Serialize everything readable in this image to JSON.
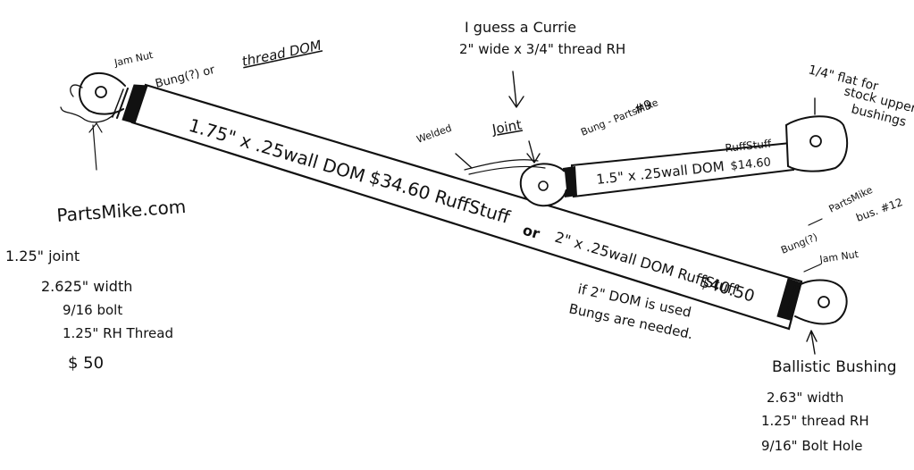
{
  "labels": {
    "left_jam_nut": "Jam Nut",
    "left_bung": "Bung(?) or",
    "left_thread_dom": "thread DOM",
    "left_source": "PartsMike.com",
    "left_spec_1": "1.25\" joint",
    "left_spec_2": "2.625\" width",
    "left_spec_3": "9/16 bolt",
    "left_spec_4": "1.25\" RH Thread",
    "left_price": "$ 50",
    "main_tube": "1.75\" x .25wall DOM",
    "main_tube_price": "$34.60 RuffStuff",
    "alt_or": "or",
    "alt_tube": "2\" x .25wall DOM RuffStuff",
    "alt_price": "$40.50",
    "alt_note_1": "if 2\" DOM is used",
    "alt_note_2": "Bungs are needed.",
    "curie_1": "I guess a Currie",
    "curie_2": "2\" wide x 3/4\" thread RH",
    "joint_label": "Joint",
    "welded_label": "Welded",
    "mid_bung": "Bung - PartsMike",
    "mid_bung_num": "#9",
    "short_tube": "1.5\" x .25wall DOM",
    "short_tube_vendor": "RuffStuff",
    "short_tube_price": "$14.60",
    "flat_1": "1/4\" flat for",
    "flat_2": "stock upper",
    "flat_3": "bushings",
    "right_bung_src": "PartsMike",
    "right_bung_num": "bus. #12",
    "right_bung": "Bung(?)",
    "right_jam_nut": "Jam Nut",
    "right_bushing": "Ballistic Bushing",
    "right_spec_1": "2.63\" width",
    "right_spec_2": "1.25\" thread RH",
    "right_spec_3": "9/16\" Bolt Hole"
  }
}
